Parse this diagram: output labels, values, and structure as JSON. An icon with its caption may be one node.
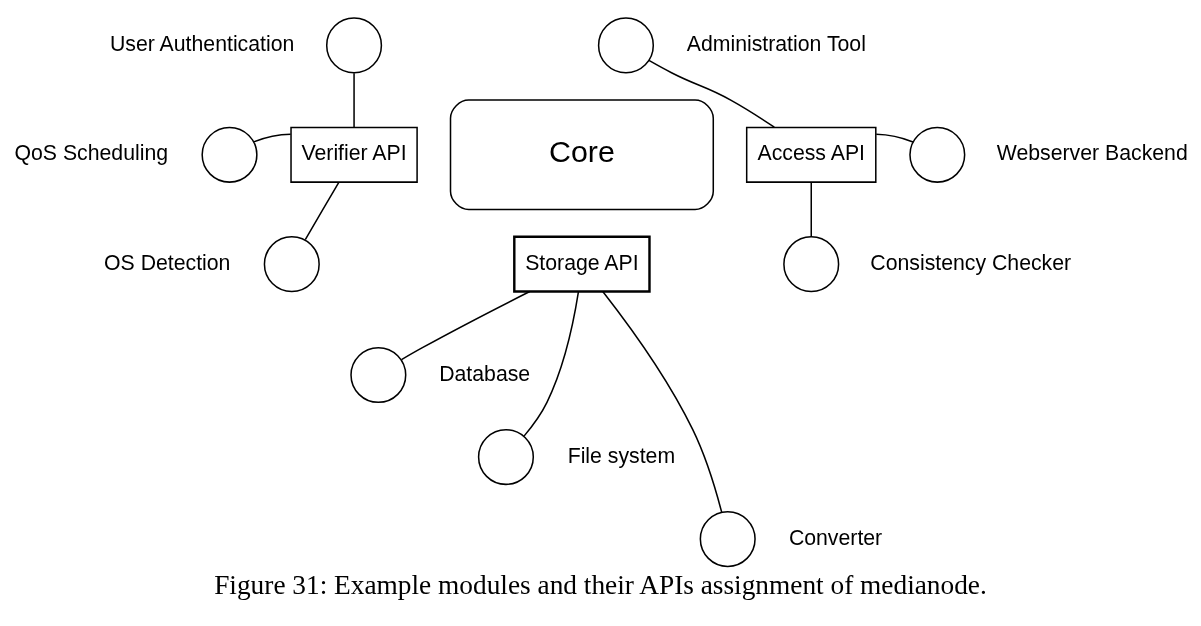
{
  "diagram": {
    "caption": "Figure 31: Example modules and their APIs assignment of medianode.",
    "nodes": [
      {
        "text": [
          "Core"
        ]
      },
      {
        "text": [
          "Verifier API"
        ]
      },
      {
        "text": [
          "Access API"
        ]
      },
      {
        "text": [
          "Storage API"
        ]
      },
      {
        "text": [],
        "shape": "circle",
        "beside": [
          "User Authentication"
        ]
      },
      {
        "text": [],
        "shape": "circle",
        "beside": [
          "QoS Scheduling"
        ]
      },
      {
        "text": [],
        "shape": "circle",
        "beside": [
          "OS Detection"
        ]
      },
      {
        "text": [],
        "shape": "circle",
        "beside": [
          "Administration Tool"
        ]
      },
      {
        "text": [],
        "shape": "circle",
        "beside": [
          "Webserver Backend"
        ]
      },
      {
        "text": [],
        "shape": "circle",
        "beside": [
          "Consistency Checker"
        ]
      },
      {
        "text": [],
        "shape": "circle",
        "beside": [
          "Database"
        ]
      },
      {
        "text": [],
        "shape": "circle",
        "beside": [
          "File system"
        ]
      },
      {
        "text": [],
        "shape": "circle",
        "beside": [
          "Converter"
        ]
      }
    ],
    "edges": [
      {
        "from": 4,
        "to": 1,
        "arrow": "none"
      },
      {
        "from": 5,
        "to": 1,
        "arrow": "none"
      },
      {
        "from": 6,
        "to": 1,
        "arrow": "none"
      },
      {
        "from": 2,
        "to": 7,
        "arrow": "none"
      },
      {
        "from": 2,
        "to": 8,
        "arrow": "none"
      },
      {
        "from": 2,
        "to": 9,
        "arrow": "none"
      },
      {
        "from": 3,
        "to": 10,
        "arrow": "none"
      },
      {
        "from": 3,
        "to": 11,
        "arrow": "none"
      },
      {
        "from": 3,
        "to": 12,
        "arrow": "none"
      }
    ]
  }
}
